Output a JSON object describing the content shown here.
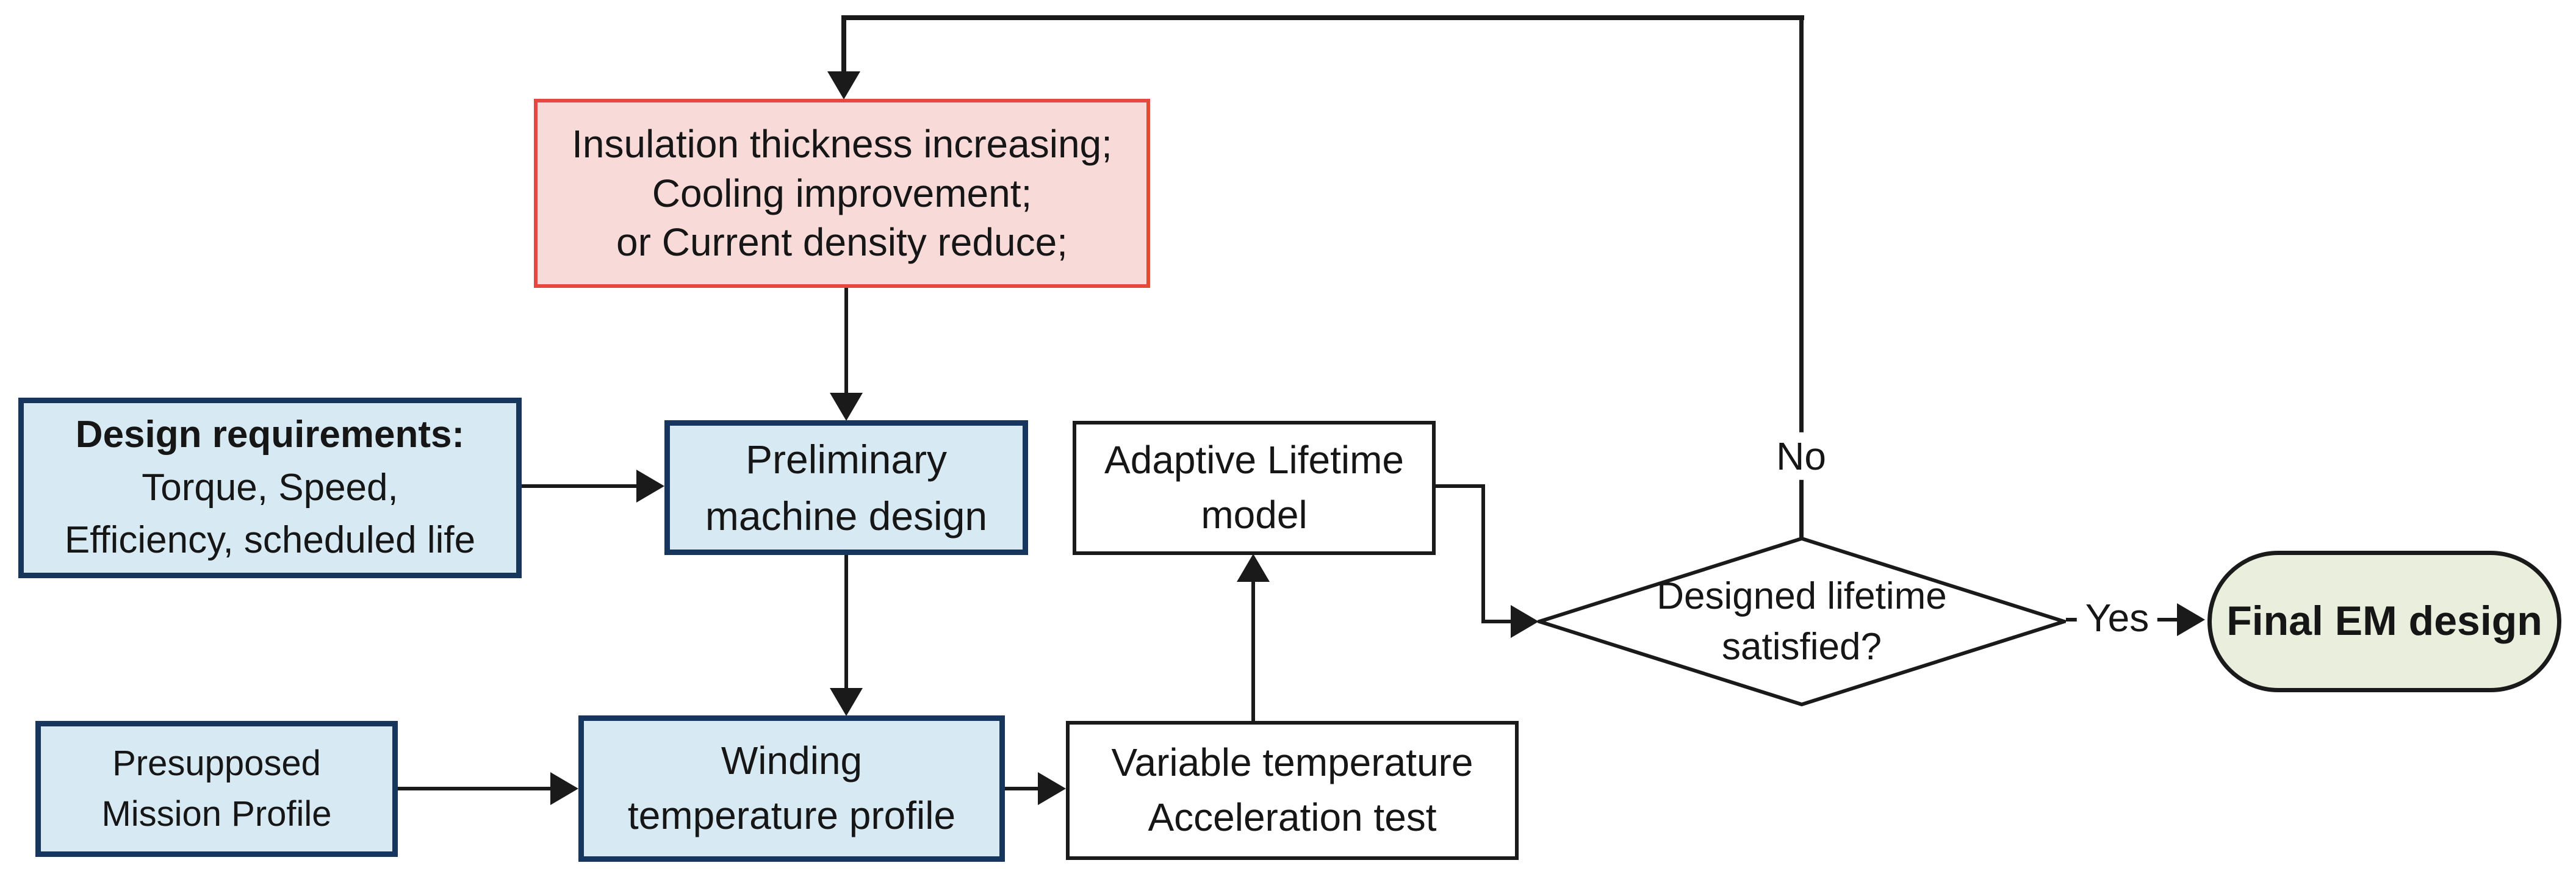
{
  "diagram": {
    "title": "EM design lifetime evaluation flowchart",
    "nodes": {
      "insulation": {
        "label": "Insulation thickness increasing;\nCooling improvement;\nor Current density reduce;"
      },
      "design_requirements": {
        "title": "Design requirements:",
        "body": "Torque, Speed,\nEfficiency, scheduled life"
      },
      "preliminary": {
        "label": "Preliminary\nmachine design"
      },
      "adaptive": {
        "label": "Adaptive Lifetime\nmodel"
      },
      "presupposed": {
        "label": "Presupposed\nMission Profile"
      },
      "winding": {
        "label": "Winding\ntemperature profile"
      },
      "variable": {
        "label": "Variable temperature\nAcceleration test"
      },
      "decision": {
        "label": "Designed lifetime\nsatisfied?"
      },
      "final": {
        "label": "Final EM design"
      }
    },
    "edge_labels": {
      "no": "No",
      "yes": "Yes"
    }
  },
  "colors": {
    "navy": "#17365d",
    "light_blue": "#d7e9f2",
    "red_border": "#e5493c",
    "red_fill": "#f8dbd9",
    "green_fill": "#e9efdc",
    "line": "#1a1a1a",
    "ink": "#161616",
    "white": "#ffffff"
  }
}
